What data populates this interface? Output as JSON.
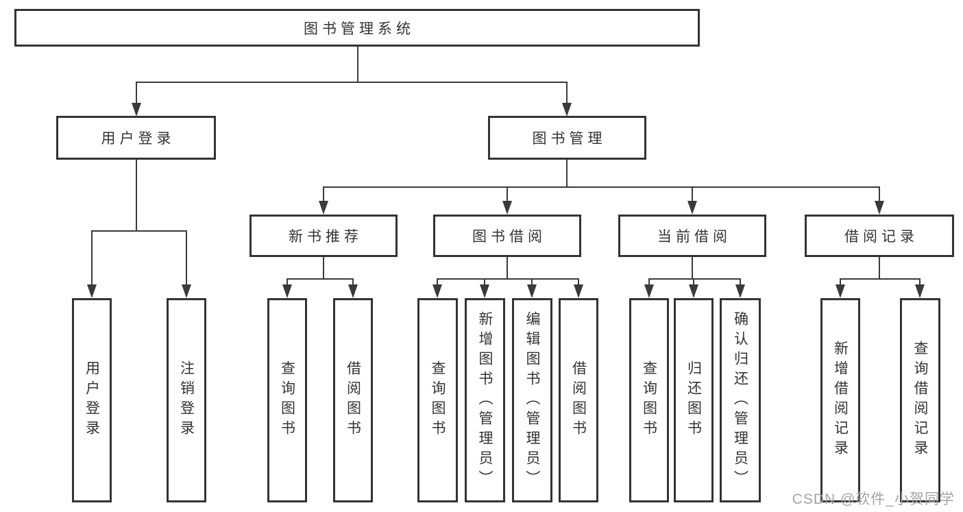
{
  "root": {
    "label": "图书管理系统"
  },
  "branches": [
    {
      "label": "用户登录",
      "leaves": [
        "用户登录",
        "注销登录"
      ]
    },
    {
      "label": "图书管理",
      "groups": [
        {
          "label": "新书推荐",
          "leaves": [
            "查询图书",
            "借阅图书"
          ]
        },
        {
          "label": "图书借阅",
          "leaves": [
            "查询图书",
            "新增图书（管理员）",
            "编辑图书（管理员）",
            "借阅图书"
          ]
        },
        {
          "label": "当前借阅",
          "leaves": [
            "查询图书",
            "归还图书",
            "确认归还（管理员）"
          ]
        },
        {
          "label": "借阅记录",
          "leaves": [
            "新增借阅记录",
            "查询借阅记录"
          ]
        }
      ]
    }
  ],
  "watermark": {
    "text": "CSDN @软件_小贺同学"
  },
  "colors": {
    "line": "#3a3a3a",
    "box_border": "#333333",
    "text": "#333333",
    "watermark": "#a3a3a3",
    "background": "#ffffff"
  }
}
